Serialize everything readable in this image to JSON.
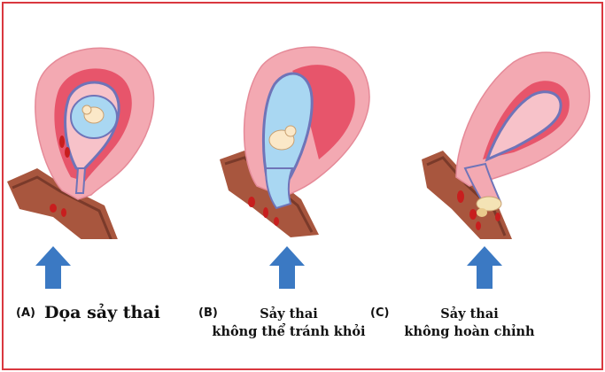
{
  "figure": {
    "panels": [
      {
        "letter": "(A)",
        "caption_line1": "Dọa sảy thai",
        "caption_line2": ""
      },
      {
        "letter": "(B)",
        "caption_line1": "Sảy thai",
        "caption_line2": "không thể tránh khỏi"
      },
      {
        "letter": "(C)",
        "caption_line1": "Sảy thai",
        "caption_line2": "không hoàn chỉnh"
      }
    ]
  },
  "colors": {
    "border": "#d9383f",
    "uterus_outer": "#f3a9b2",
    "uterus_inner": "#e7556b",
    "cavity_outline": "#6f74b8",
    "amniotic_fluid": "#a9d7f2",
    "blood": "#c81e1e",
    "vagina": "#a8563e",
    "arrow": "#3b79c3"
  },
  "icons": [
    "up-arrow-icon",
    "fetus-icon",
    "blood-drop-icon"
  ]
}
